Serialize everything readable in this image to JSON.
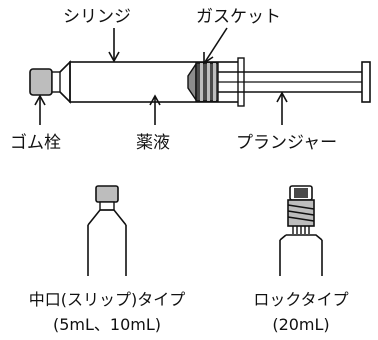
{
  "labels": {
    "syringe": "シリンジ",
    "gasket": "ガスケット",
    "rubber_stopper": "ゴム栓",
    "drug_solution": "薬液",
    "plunger": "プランジャー"
  },
  "tips": {
    "slip": {
      "title": "中口(スリップ)タイプ",
      "sizes": "(5mL、10mL)"
    },
    "lock": {
      "title": "ロックタイプ",
      "sizes": "(20mL)"
    }
  },
  "colors": {
    "line": "#111111",
    "stopper_fill": "#bdbdbd",
    "gasket_fill": "#8c8c8c",
    "gasket_dark": "#4a4a4a"
  }
}
